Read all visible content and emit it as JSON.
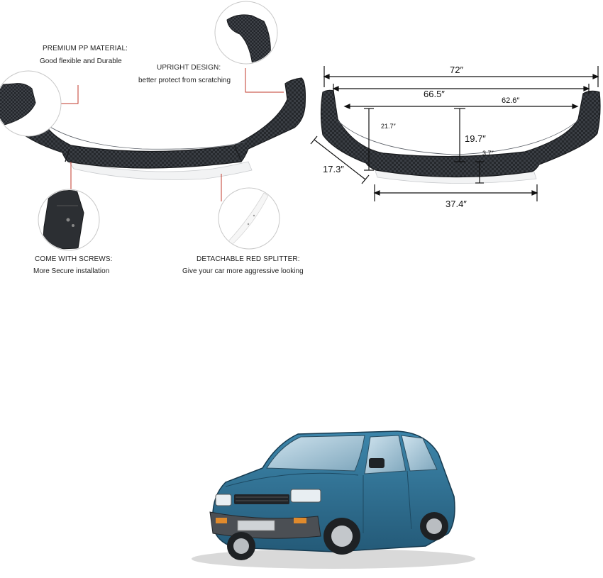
{
  "features": {
    "premium": {
      "title": "PREMIUM PP MATERIAL:",
      "desc": "Good flexible and Durable"
    },
    "upright": {
      "title": "UPRIGHT DESIGN:",
      "desc": "better protect from scratching"
    },
    "screws": {
      "title": "COME WITH SCREWS:",
      "desc": "More Secure installation"
    },
    "splitter": {
      "title": "DETACHABLE RED SPLITTER:",
      "desc": "Give your car more aggressive looking"
    }
  },
  "dimensions": {
    "overall_width": "72″",
    "inner_width": "66.5″",
    "center_span": "62.6″",
    "side_height": "21.7″",
    "center_height": "19.7″",
    "lip_depth": "3.7″",
    "wing_length": "17.3″",
    "front_width": "37.4″"
  },
  "colors": {
    "carbon": "#2b2e33",
    "splitter": "#f1f2f3",
    "callout_line": "#c0392b",
    "car_body": "#2f6f93"
  }
}
